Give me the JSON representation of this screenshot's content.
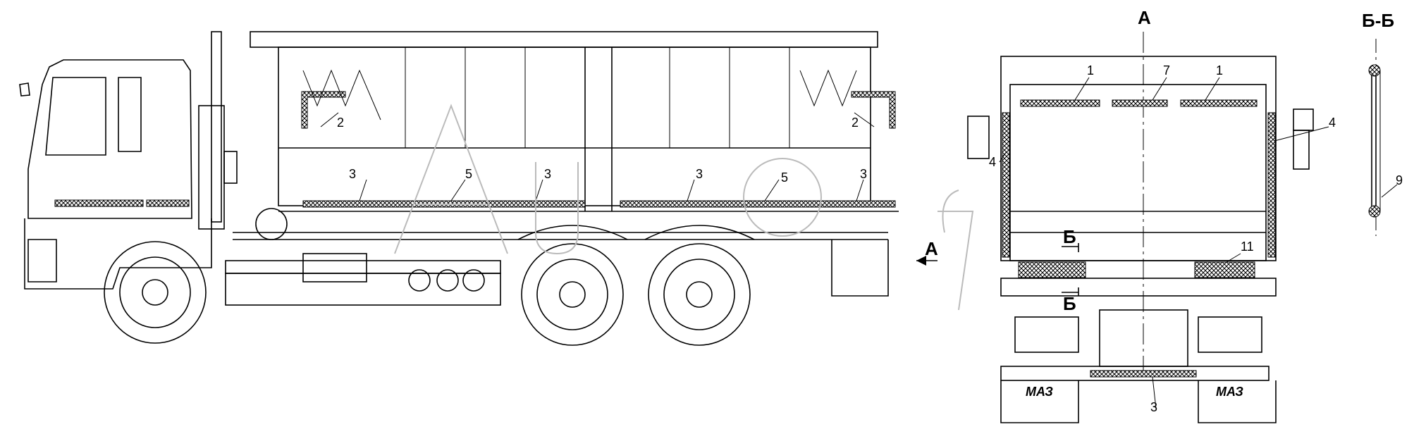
{
  "views": {
    "side": {
      "name": "side-view"
    },
    "rear": {
      "title": "А",
      "arrow_label": "А"
    },
    "section": {
      "title": "Б-Б"
    }
  },
  "section_marks": {
    "top": "Б",
    "bottom": "Б"
  },
  "callouts": {
    "c1a": "1",
    "c1b": "1",
    "c7": "7",
    "c4a": "4",
    "c4b": "4",
    "c2a": "2",
    "c2b": "2",
    "c3a": "3",
    "c3b": "3",
    "c3c": "3",
    "c3d": "3",
    "c3e": "3",
    "c5a": "5",
    "c5b": "5",
    "c11": "11",
    "c9": "9"
  },
  "badges": {
    "left": "МАЗ",
    "right": "МАЗ"
  },
  "colors": {
    "line": "#000000",
    "background": "#ffffff",
    "watermark": "#bbbbbb"
  }
}
